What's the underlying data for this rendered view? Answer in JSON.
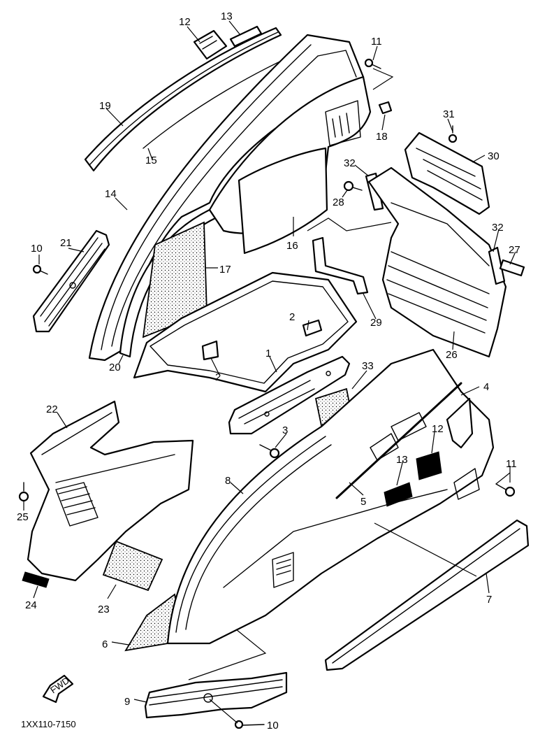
{
  "figure_code": "1XX110-7150",
  "fwd_label": "FWD",
  "callouts": {
    "c1": "1",
    "c2a": "2",
    "c2b": "2",
    "c3": "3",
    "c4": "4",
    "c5": "5",
    "c6": "6",
    "c7": "7",
    "c8": "8",
    "c9": "9",
    "c10a": "10",
    "c10b": "10",
    "c11a": "11",
    "c11b": "11",
    "c12a": "12",
    "c12b": "12",
    "c13a": "13",
    "c13b": "13",
    "c14": "14",
    "c15": "15",
    "c16": "16",
    "c17": "17",
    "c18": "18",
    "c19": "19",
    "c20": "20",
    "c21": "21",
    "c22": "22",
    "c23": "23",
    "c24": "24",
    "c25": "25",
    "c26": "26",
    "c27": "27",
    "c28": "28",
    "c29": "29",
    "c30": "30",
    "c31": "31",
    "c32a": "32",
    "c32b": "32",
    "c33": "33"
  }
}
